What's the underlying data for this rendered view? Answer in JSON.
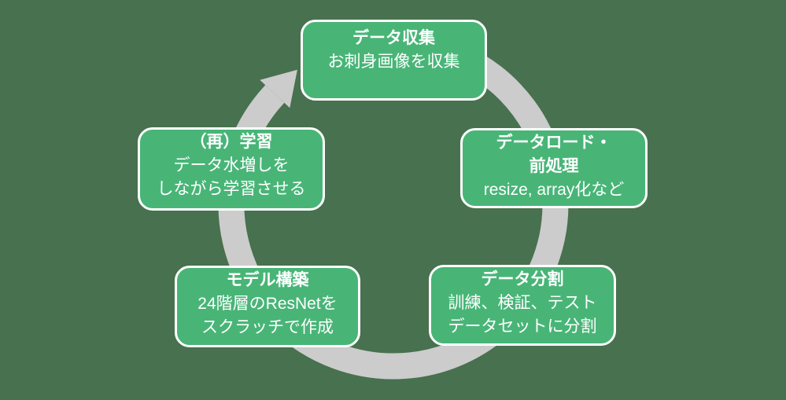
{
  "colors": {
    "background": "#48714F",
    "box_fill": "#48B577",
    "box_border": "#FFFFFF",
    "arrow": "#CCCCCC",
    "text": "#FFFFFF"
  },
  "cycle": {
    "direction": "clockwise",
    "steps": [
      {
        "name": "data-collection",
        "title_lines": [
          "データ収集"
        ],
        "body_lines": [
          "お刺身画像を収集"
        ]
      },
      {
        "name": "data-load-preprocess",
        "title_lines": [
          "データロード・",
          "前処理"
        ],
        "body_lines": [
          "resize, array化など"
        ]
      },
      {
        "name": "data-split",
        "title_lines": [
          "データ分割"
        ],
        "body_lines": [
          "訓練、検証、テスト",
          "データセットに分割"
        ]
      },
      {
        "name": "model-build",
        "title_lines": [
          "モデル構築"
        ],
        "body_lines": [
          "24階層のResNetを",
          "スクラッチで作成"
        ]
      },
      {
        "name": "retrain",
        "title_lines": [
          "（再）学習"
        ],
        "body_lines": [
          "データ水増しを",
          "しながら学習させる"
        ]
      }
    ]
  }
}
